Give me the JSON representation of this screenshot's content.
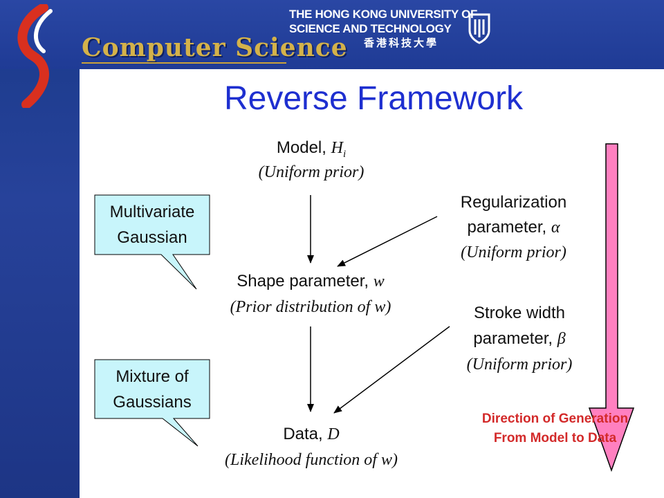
{
  "header": {
    "department": "Computer Science",
    "university_line1": "THE HONG KONG UNIVERSITY OF",
    "university_line2": "SCIENCE AND TECHNOLOGY",
    "university_chinese": "香港科技大學"
  },
  "slide": {
    "title": "Reverse Framework"
  },
  "nodes": {
    "model": {
      "label": "Model, ",
      "var": "H",
      "sub": "i",
      "prior": "(Uniform prior)"
    },
    "regularization": {
      "line1": "Regularization",
      "line2": "parameter, ",
      "symbol": "α",
      "prior": "(Uniform prior)"
    },
    "shape": {
      "label": "Shape parameter, ",
      "var": "w",
      "prior": "(Prior distribution of w)"
    },
    "stroke": {
      "line1": "Stroke width",
      "line2": "parameter, ",
      "symbol": "β",
      "prior": "(Uniform prior)"
    },
    "data": {
      "label": "Data, ",
      "var": "D",
      "prior": "(Likelihood function of w)"
    }
  },
  "callouts": {
    "multivariate": {
      "line1": "Multivariate",
      "line2": "Gaussian"
    },
    "mixture": {
      "line1": "Mixture of",
      "line2": "Gaussians"
    }
  },
  "direction": {
    "line1": "Direction of Generation",
    "line2": "From Model to Data"
  },
  "colors": {
    "title_blue": "#1e2fd0",
    "banner_blue": "#1f3b95",
    "callout_fill": "#c8f5fb",
    "arrow_pink": "#ff7fbf",
    "direction_red": "#d32a2a",
    "gold": "#d4b24a"
  }
}
